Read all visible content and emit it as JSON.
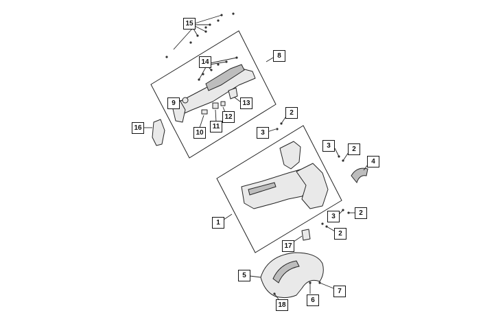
{
  "callouts": {
    "c1": "1",
    "c2a": "2",
    "c2b": "2",
    "c2c": "2",
    "c2d": "2",
    "c3a": "3",
    "c3b": "3",
    "c3c": "3",
    "c4": "4",
    "c5": "5",
    "c6": "6",
    "c7": "7",
    "c8": "8",
    "c9": "9",
    "c10": "10",
    "c11": "11",
    "c12": "12",
    "c13": "13",
    "c14": "14",
    "c15": "15",
    "c16": "16",
    "c17": "17",
    "c18": "18"
  }
}
